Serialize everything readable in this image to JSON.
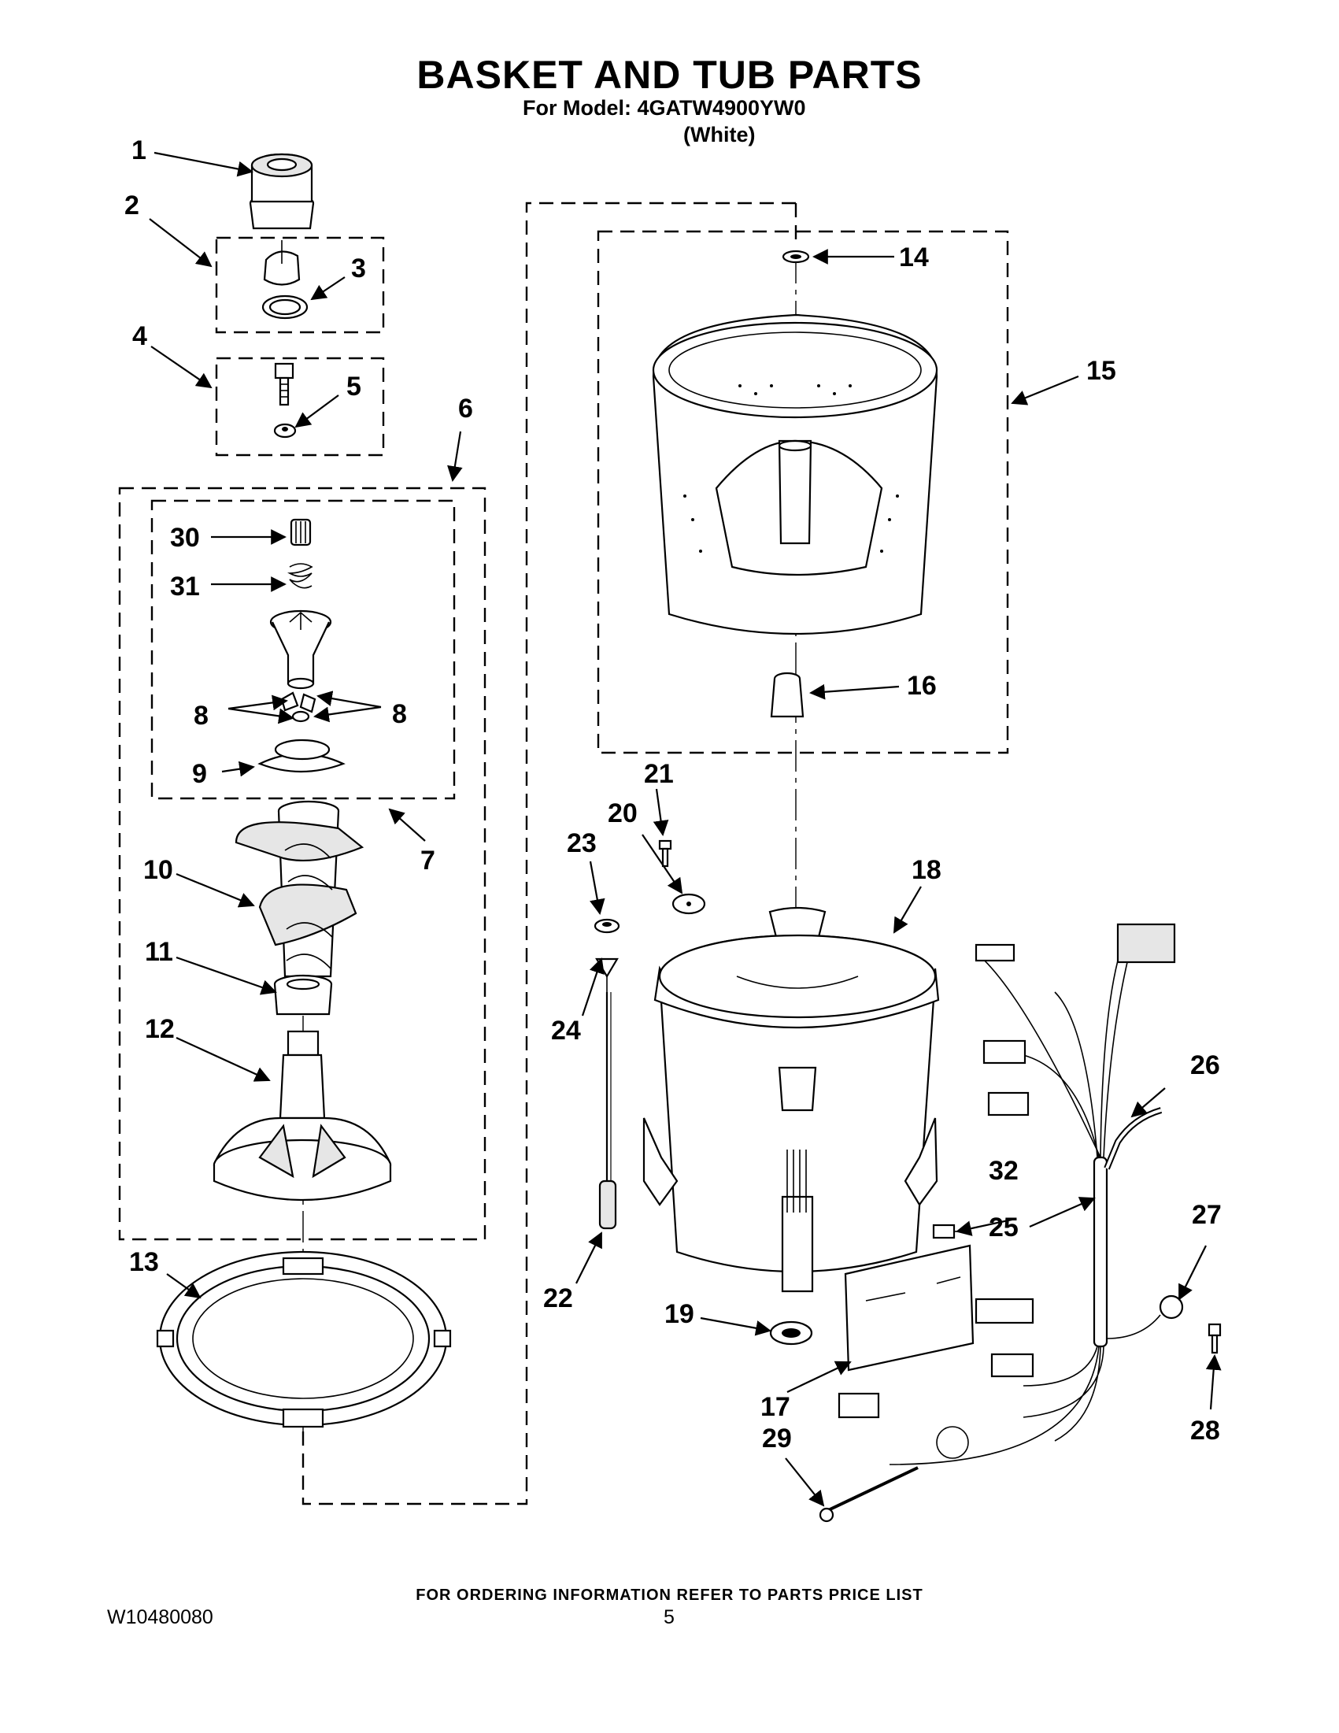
{
  "header": {
    "title": "BASKET AND TUB PARTS",
    "model_line": "For Model: 4GATW4900YW0",
    "color_line": "(White)"
  },
  "callouts": [
    "1",
    "2",
    "3",
    "4",
    "5",
    "6",
    "7",
    "8",
    "8",
    "9",
    "10",
    "11",
    "12",
    "13",
    "14",
    "15",
    "16",
    "17",
    "18",
    "19",
    "20",
    "21",
    "22",
    "23",
    "24",
    "25",
    "26",
    "27",
    "28",
    "29",
    "30",
    "31",
    "32"
  ],
  "footer": {
    "ordering_note": "FOR ORDERING INFORMATION REFER TO PARTS PRICE LIST",
    "doc_number": "W10480080",
    "page_number": "5"
  }
}
